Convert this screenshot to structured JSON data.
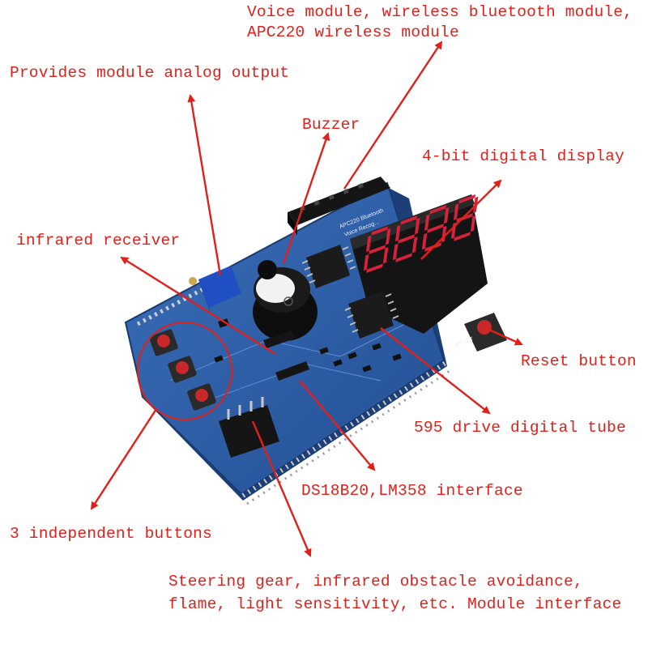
{
  "labels": {
    "voice_module_line1": "Voice module, wireless bluetooth module,",
    "voice_module_line2": "APC220 wireless module",
    "analog_output": "Provides module analog output",
    "buzzer": "Buzzer",
    "digital_display": "4-bit digital display",
    "infrared_receiver": "infrared receiver",
    "reset_button": "Reset button",
    "drive_digital_tube": "595 drive digital tube",
    "ds18b20_interface": "DS18B20,LM358 interface",
    "independent_buttons": "3 independent buttons",
    "module_interface_line1": "Steering gear, infrared obstacle avoidance,",
    "module_interface_line2": "flame, light sensitivity, etc. Module interface"
  },
  "board_silkscreen": {
    "apc_line1": "APC220 Bluetooth",
    "apc_line2": "Voice Recog...",
    "reset": "RESET"
  },
  "colors": {
    "annotation": "#e0201a",
    "pcb": "#2d5fa8",
    "display_digits": "#d8213a"
  },
  "icons": {
    "pointer": "red-arrow-icon",
    "potentiometer": "blue-trimmer-potentiometer-icon",
    "push_button": "red-push-button-icon"
  }
}
